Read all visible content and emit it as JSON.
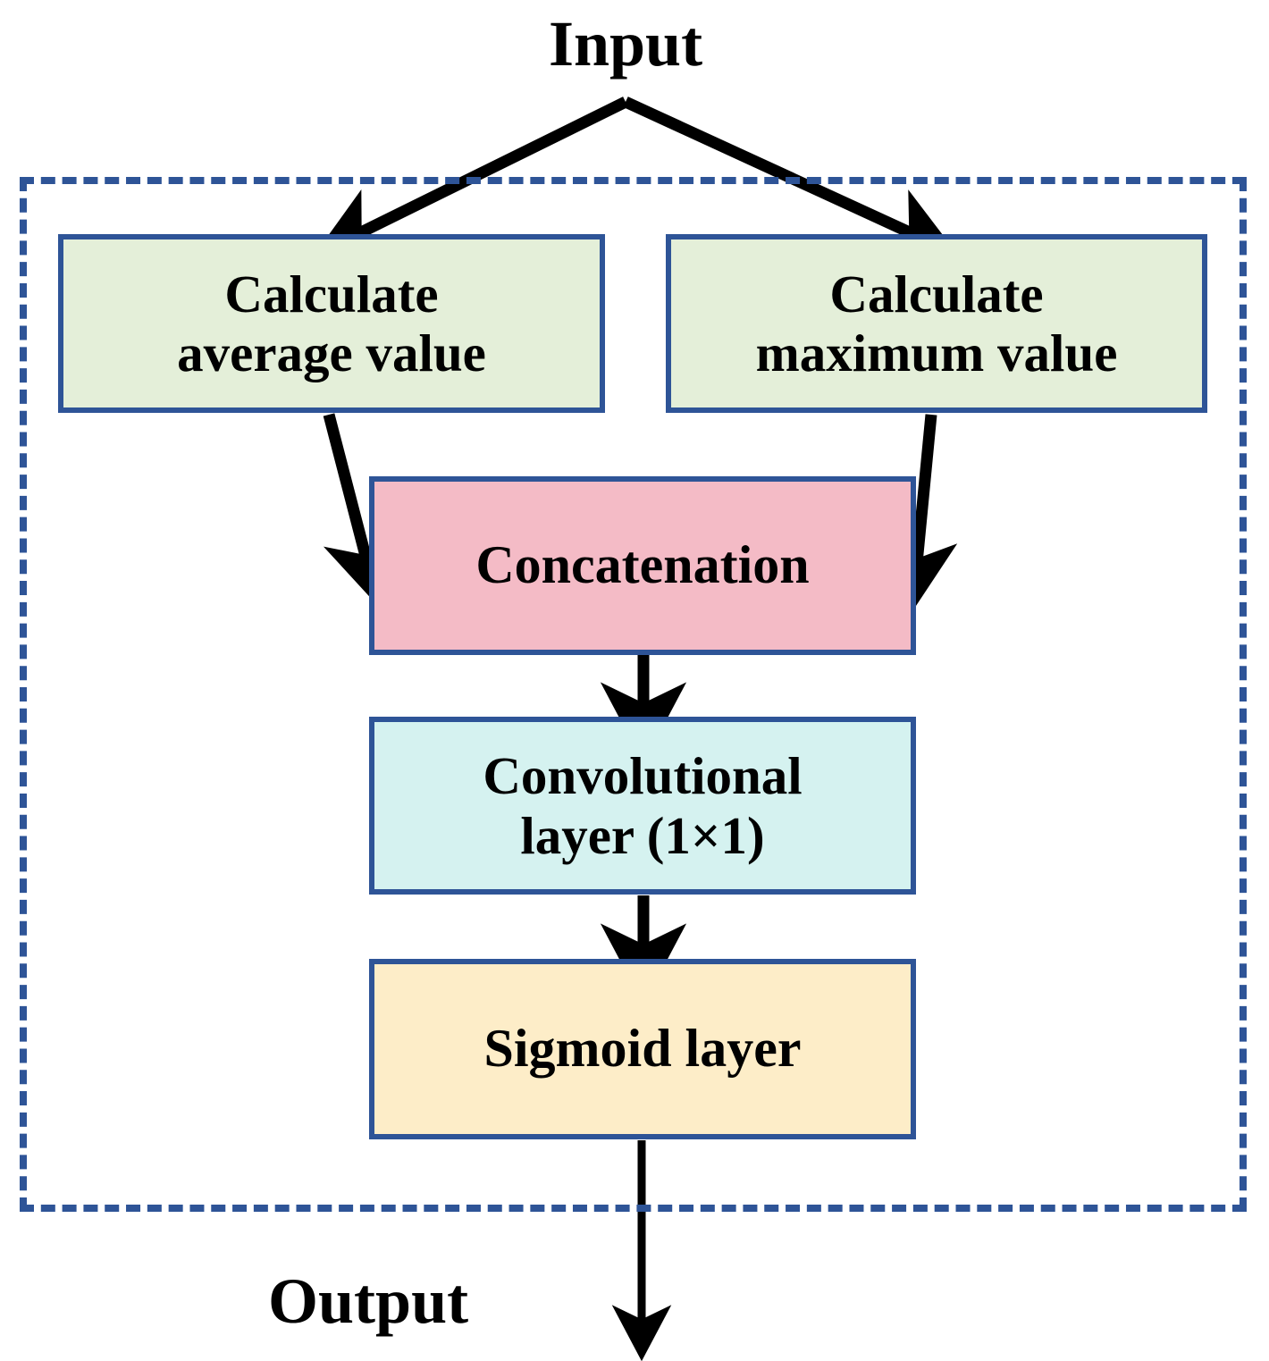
{
  "diagram": {
    "title_label": "Input",
    "output_label": "Output",
    "nodes": {
      "avg": "Calculate\naverage value",
      "max": "Calculate\nmaximum value",
      "concat": "Concatenation",
      "conv": "Convolutional\nlayer (1×1)",
      "sigmoid": "Sigmoid layer"
    },
    "node_lines": {
      "avg_line1": "Calculate",
      "avg_line2": "average value",
      "max_line1": "Calculate",
      "max_line2": "maximum value",
      "concat_line1": "Concatenation",
      "conv_line1": "Convolutional",
      "conv_line2": "layer (1×1)",
      "sigmoid_line1": "Sigmoid layer"
    },
    "colors": {
      "border_blue": "#2E5497",
      "fill_green": "#E4EFD9",
      "fill_pink": "#F4BBC6",
      "fill_cyan": "#D5F2F0",
      "fill_yellow": "#FDEDC8",
      "arrow_black": "#000000",
      "background": "#FFFFFF"
    },
    "edges": [
      {
        "from": "input",
        "to": "avg",
        "style": "solid-arrow"
      },
      {
        "from": "input",
        "to": "max",
        "style": "solid-arrow"
      },
      {
        "from": "avg",
        "to": "concat",
        "style": "solid-arrow"
      },
      {
        "from": "max",
        "to": "concat",
        "style": "solid-arrow"
      },
      {
        "from": "concat",
        "to": "conv",
        "style": "solid-arrow"
      },
      {
        "from": "conv",
        "to": "sigmoid",
        "style": "solid-arrow"
      },
      {
        "from": "sigmoid",
        "to": "output",
        "style": "solid-arrow"
      }
    ],
    "grouping_box": {
      "style": "dashed",
      "color": "#2E5497"
    }
  }
}
